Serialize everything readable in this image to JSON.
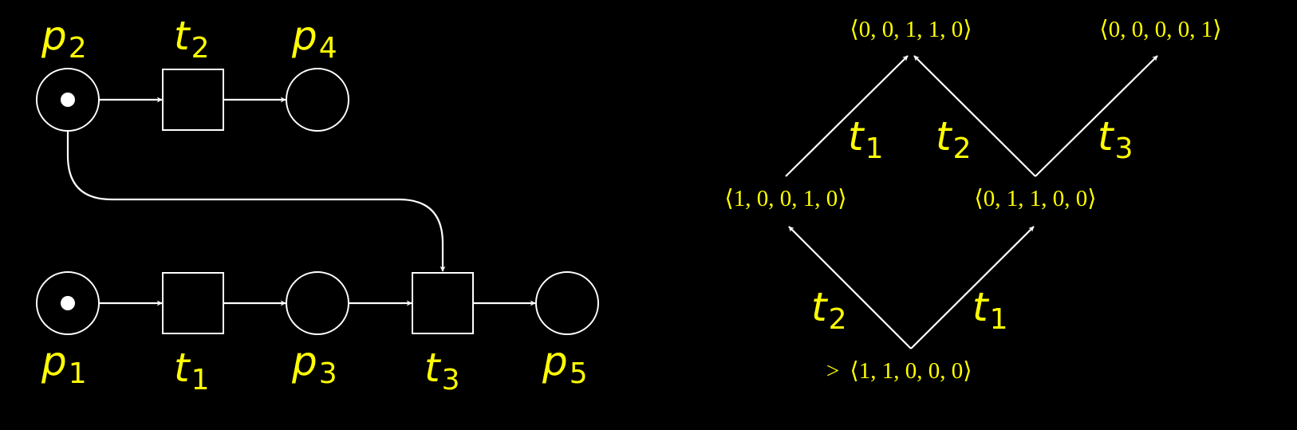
{
  "colors": {
    "background": "#000000",
    "stroke": "#ffffff",
    "label": "#ffff00"
  },
  "petri_net": {
    "places": [
      {
        "id": "p2",
        "base": "p",
        "sub": "2",
        "tokens": 1
      },
      {
        "id": "p4",
        "base": "p",
        "sub": "4",
        "tokens": 0
      },
      {
        "id": "p1",
        "base": "p",
        "sub": "1",
        "tokens": 1
      },
      {
        "id": "p3",
        "base": "p",
        "sub": "3",
        "tokens": 0
      },
      {
        "id": "p5",
        "base": "p",
        "sub": "5",
        "tokens": 0
      }
    ],
    "transitions": [
      {
        "id": "t2",
        "base": "t",
        "sub": "2"
      },
      {
        "id": "t1",
        "base": "t",
        "sub": "1"
      },
      {
        "id": "t3",
        "base": "t",
        "sub": "3"
      }
    ],
    "arcs": [
      [
        "p2",
        "t2"
      ],
      [
        "t2",
        "p4"
      ],
      [
        "p2",
        "t3"
      ],
      [
        "p1",
        "t1"
      ],
      [
        "t1",
        "p3"
      ],
      [
        "p3",
        "t3"
      ],
      [
        "t3",
        "p5"
      ]
    ]
  },
  "reachability_graph": {
    "states": [
      {
        "id": "s0",
        "text": "⟨1, 1, 0, 0, 0⟩",
        "initial_marker": ">"
      },
      {
        "id": "s1",
        "text": "⟨1, 0, 0, 1, 0⟩"
      },
      {
        "id": "s2",
        "text": "⟨0, 1, 1, 0, 0⟩"
      },
      {
        "id": "s3",
        "text": "⟨0, 0, 1, 1, 0⟩"
      },
      {
        "id": "s4",
        "text": "⟨0, 0, 0, 0, 1⟩"
      }
    ],
    "edges": [
      {
        "from": "s0",
        "to": "s1",
        "base": "t",
        "sub": "2"
      },
      {
        "from": "s0",
        "to": "s2",
        "base": "t",
        "sub": "1"
      },
      {
        "from": "s1",
        "to": "s3",
        "base": "t",
        "sub": "1"
      },
      {
        "from": "s2",
        "to": "s3",
        "base": "t",
        "sub": "2"
      },
      {
        "from": "s2",
        "to": "s4",
        "base": "t",
        "sub": "3"
      }
    ]
  }
}
